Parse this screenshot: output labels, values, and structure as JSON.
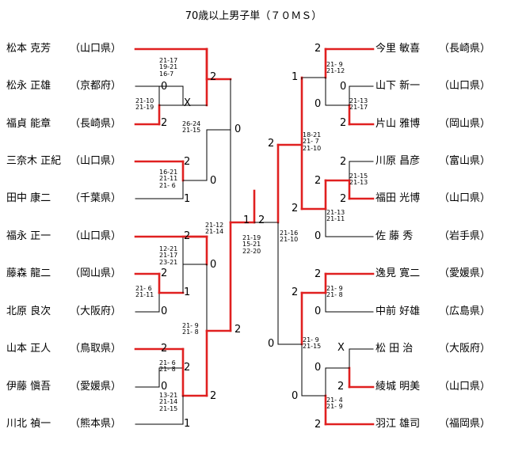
{
  "title": "70歳以上男子単（７０ＭＳ）",
  "left_players": [
    {
      "name": "松本 克芳",
      "pref": "（山口県）"
    },
    {
      "name": "松永 正雄",
      "pref": "（京都府）"
    },
    {
      "name": "福貞 能章",
      "pref": "（長崎県）"
    },
    {
      "name": "三奈木 正紀",
      "pref": "（山口県）"
    },
    {
      "name": "田中 康二",
      "pref": "（千葉県）"
    },
    {
      "name": "福永 正一",
      "pref": "（山口県）"
    },
    {
      "name": "藤森 龍二",
      "pref": "（岡山県）"
    },
    {
      "name": "北原 良次",
      "pref": "（大阪府）"
    },
    {
      "name": "山本 正人",
      "pref": "（鳥取県）"
    },
    {
      "name": "伊藤 愼吾",
      "pref": "（愛媛県）"
    },
    {
      "name": "川北 禎一",
      "pref": "（熊本県）"
    }
  ],
  "right_players": [
    {
      "name": "今里 敏喜",
      "pref": "（長崎県）"
    },
    {
      "name": "山下 新一",
      "pref": "（山口県）"
    },
    {
      "name": "片山 雅博",
      "pref": "（岡山県）"
    },
    {
      "name": "川原 昌彦",
      "pref": "（富山県）"
    },
    {
      "name": "福田 光博",
      "pref": "（山口県）"
    },
    {
      "name": "佐 藤 秀",
      "pref": "（岩手県）"
    },
    {
      "name": "逸見 寛二",
      "pref": "（愛媛県）"
    },
    {
      "name": "中前 好雄",
      "pref": "（広島県）"
    },
    {
      "name": "松 田 治",
      "pref": "（大阪府）"
    },
    {
      "name": "綾城 明美",
      "pref": "（山口県）"
    },
    {
      "name": "羽江 雄司",
      "pref": "（福岡県）"
    }
  ],
  "results": {
    "l1": "2",
    "l2": "0",
    "l2x": "X",
    "l3": "2",
    "l12": "2",
    "l12b": "0",
    "l4": "2",
    "l5": "1",
    "l45": "0",
    "l6": "2",
    "l7": "2",
    "l7b": "1",
    "l8": "0",
    "l67": "0",
    "l9": "2",
    "l10": "0",
    "l1011": "2",
    "l11": "1",
    "l911": "2",
    "l_upper": "0",
    "l_lower": "2",
    "final_l": "1",
    "final_r": "2",
    "r1": "2",
    "r1b": "1",
    "r2": "0",
    "r3": "2",
    "r23": "0",
    "r4": "2",
    "r5": "2",
    "r45": "2",
    "r6": "0",
    "r_upper": "2",
    "r_mid": "2",
    "r7": "2",
    "r8": "0",
    "r78": "2",
    "r9x": "X",
    "r9": "0",
    "r10": "2",
    "r11": "2",
    "r1011": "0",
    "r_lower": "0"
  },
  "scores": {
    "s_l1": "21-17\n19-21\n16-7",
    "s_l23": "21-10\n21-19",
    "s_l13": "26-24\n21-15",
    "s_l45": "16-21\n21-11\n21- 6",
    "s_l67": "12-21\n21-17\n23-21",
    "s_l78": "21- 6\n21-11",
    "s_l911": "21- 9\n21- 8",
    "s_l910": "21- 6\n21- 8",
    "s_l1011": "13-21\n21-14\n21-15",
    "s_lsemi": "21-12\n21-14",
    "s_final": "21-19\n15-21\n22-20",
    "s_rsemi": "21-16\n21-10",
    "s_r1": "21- 9\n21-12",
    "s_r23": "21-13\n21-17",
    "s_rupper": "18-21\n21- 7\n21-10",
    "s_r45": "21-15\n21-13",
    "s_r456": "21-13\n21-11",
    "s_r78": "21- 9\n21- 8",
    "s_rlower": "21- 9\n21-15",
    "s_r1011": "21- 4\n21- 9"
  }
}
